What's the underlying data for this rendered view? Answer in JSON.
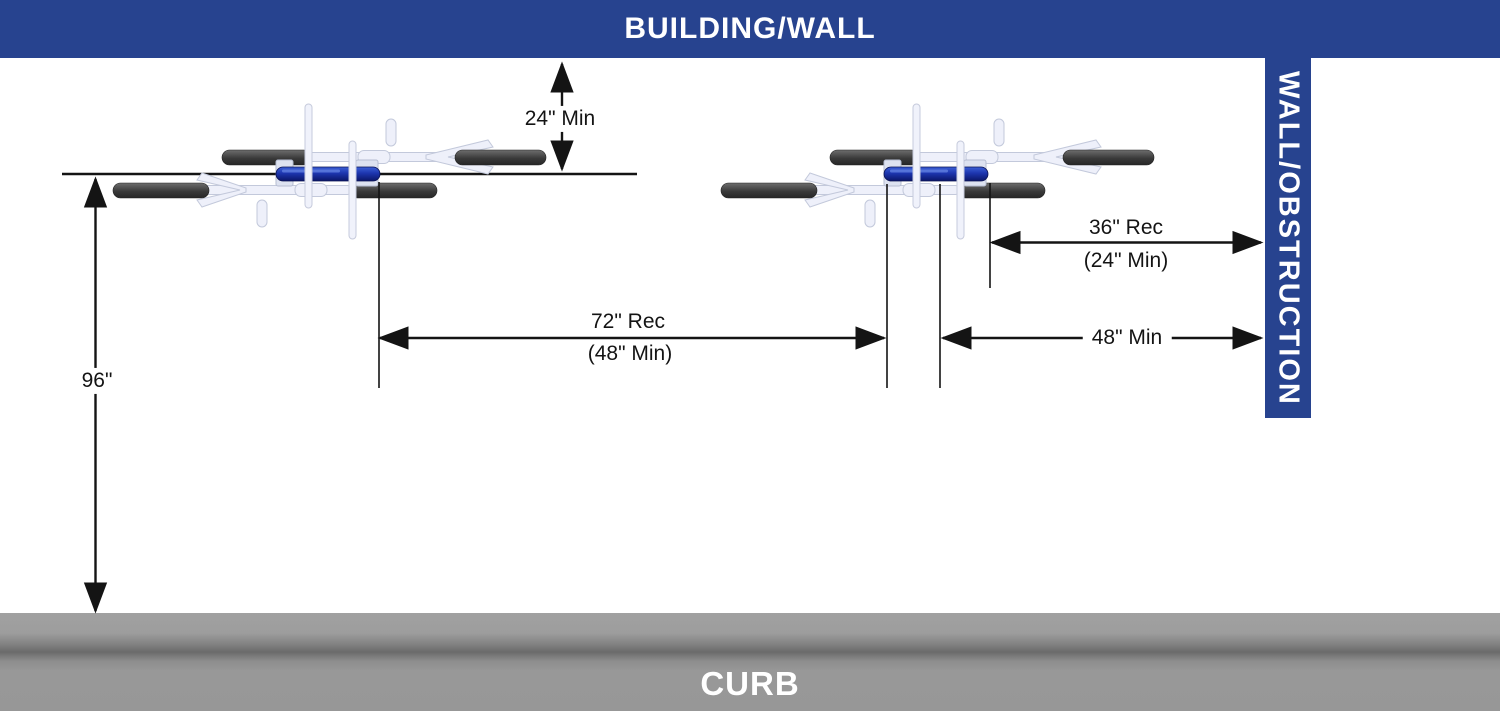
{
  "banners": {
    "top": "BUILDING/WALL",
    "right": "WALL/OBSTRUCTION",
    "bottom": "CURB"
  },
  "dimensions": {
    "wall_clearance": "24\" Min",
    "end_clearance_rec": "36\" Rec",
    "end_clearance_min": "(24\" Min)",
    "rack_spacing_rec": "72\" Rec",
    "rack_spacing_min": "(48\" Min)",
    "side_clearance": "48\" Min",
    "curb_distance": "96\""
  },
  "colors": {
    "banner-blue": "#27438f",
    "line-black": "#141414",
    "curb-gray": "#979797",
    "rack-tube-blue": "#1c35ae",
    "wheel-gray": "#3a3a3a"
  }
}
